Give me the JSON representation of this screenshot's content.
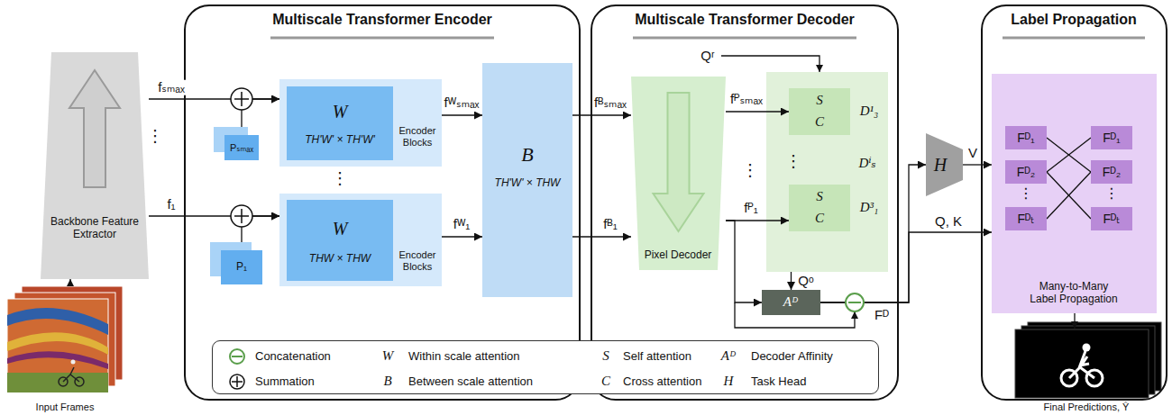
{
  "diagram": {
    "nodes": [
      {
        "text": [
          "Backbone Feature Extractor"
        ]
      },
      {
        "text": [
          "Multiscale Transformer Encoder"
        ]
      },
      {
        "text": [
          "Encoder Blocks"
        ],
        "in": 1
      },
      {
        "text": [
          "W",
          "TH'W' × TH'W'"
        ],
        "in": 2
      },
      {
        "text": [
          "Pₛₘₐₓ"
        ],
        "in": 1
      },
      {
        "text": [
          "Encoder Blocks"
        ],
        "in": 1
      },
      {
        "text": [
          "W",
          "THW × THW"
        ],
        "in": 5
      },
      {
        "text": [
          "P₁"
        ],
        "in": 1
      },
      {
        "text": [
          "B",
          "TH'W' × THW"
        ],
        "in": 1
      },
      {
        "text": [
          "Multiscale Transformer Decoder"
        ]
      },
      {
        "text": [
          "Pixel Decoder"
        ],
        "in": 9
      },
      {
        "text": [
          "Dⁱₛ"
        ],
        "in": 9
      },
      {
        "text": [
          "S",
          "C",
          "D¹₃"
        ],
        "in": 11
      },
      {
        "text": [
          "S",
          "C",
          "D³₁"
        ],
        "in": 11
      },
      {
        "text": [
          "Aᴰ"
        ],
        "in": 9
      },
      {
        "text": [
          "H"
        ]
      },
      {
        "text": [
          "Label Propagation"
        ]
      },
      {
        "text": [
          "Many-to-Many Label Propagation"
        ],
        "in": 16
      },
      {
        "text": [
          "Fᴰ₁"
        ],
        "in": 17
      },
      {
        "text": [
          "Fᴰ₂"
        ],
        "in": 17
      },
      {
        "text": [
          "Fᴰₜ"
        ],
        "in": 17
      },
      {
        "text": [
          "Fᴰ₁"
        ],
        "in": 17
      },
      {
        "text": [
          "Fᴰ₂"
        ],
        "in": 17
      },
      {
        "text": [
          "Fᴰₜ"
        ],
        "in": 17
      }
    ],
    "edges": [
      {
        "from": 0,
        "to": 2,
        "arrow": "to",
        "label": "fₛₘₐₓ"
      },
      {
        "from": 0,
        "to": 5,
        "arrow": "to",
        "label": "f₁"
      },
      {
        "from": 4,
        "to": 2,
        "arrow": "to"
      },
      {
        "from": 7,
        "to": 5,
        "arrow": "to"
      },
      {
        "from": 2,
        "to": 8,
        "arrow": "to",
        "label": "fᵂₛₘₐₓ"
      },
      {
        "from": 5,
        "to": 8,
        "arrow": "to",
        "label": "fᵂ₁"
      },
      {
        "from": 8,
        "to": 10,
        "arrow": "to",
        "label": "fᴮₛₘₐₓ"
      },
      {
        "from": 8,
        "to": 10,
        "arrow": "to",
        "label": "fᴮ₁"
      },
      {
        "from": 10,
        "to": 12,
        "arrow": "to",
        "label": "fᴾₛₘₐₓ"
      },
      {
        "from": 10,
        "to": 13,
        "arrow": "to",
        "label": "fᴾ₁"
      },
      {
        "from": 10,
        "to": 14,
        "arrow": "to"
      },
      {
        "from": 11,
        "to": 14,
        "arrow": "to",
        "label": "Qᵒ"
      },
      {
        "from": 14,
        "to": 15,
        "arrow": "to",
        "label": "Fᴰ"
      },
      {
        "from": 14,
        "to": 17,
        "arrow": "to",
        "label": "Q, K"
      },
      {
        "from": 15,
        "to": 17,
        "arrow": "to",
        "label": "V"
      },
      {
        "from": 18,
        "to": 22,
        "arrow": "none"
      },
      {
        "from": 19,
        "to": 21,
        "arrow": "none"
      },
      {
        "from": 19,
        "to": 23,
        "arrow": "none"
      },
      {
        "from": 20,
        "to": 22,
        "arrow": "none"
      }
    ],
    "labels": [
      "⋮",
      "Input Frames",
      "⋮",
      "Qʳ",
      "⋮",
      "⋮",
      "⋮",
      "⋮",
      "Final Predictions, Ŷ",
      "W",
      "S",
      "Aᴰ",
      "B",
      "C",
      "H"
    ],
    "legend": [
      {
        "text": "Concatenation"
      },
      {
        "text": "Within scale attention"
      },
      {
        "text": "Self attention"
      },
      {
        "text": "Decoder Affinity"
      },
      {
        "text": "Summation"
      },
      {
        "text": "Between scale attention"
      },
      {
        "text": "Cross attention"
      },
      {
        "text": "Task Head"
      }
    ]
  }
}
